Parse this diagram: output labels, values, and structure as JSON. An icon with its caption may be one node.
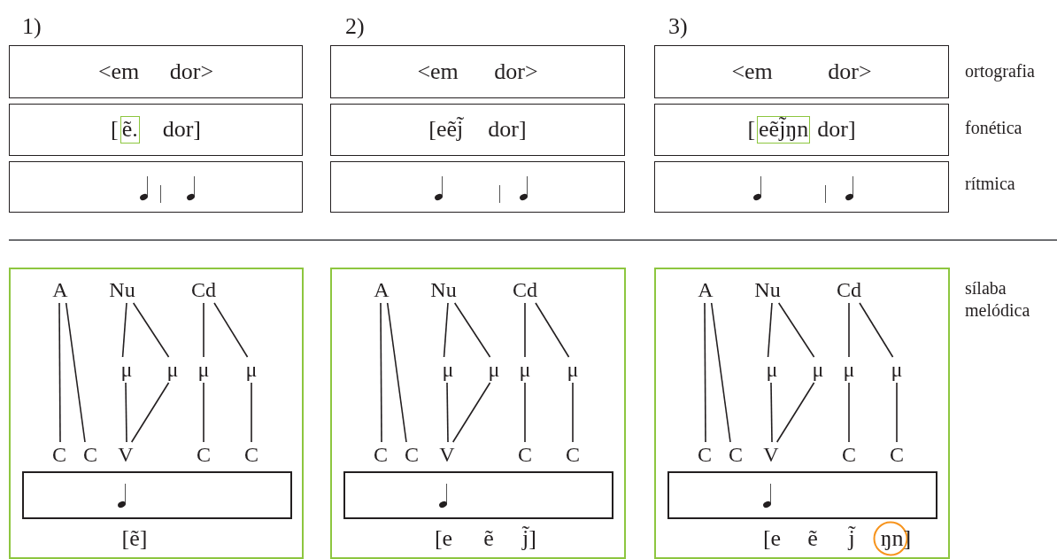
{
  "diagram": {
    "nodes": [
      {
        "text": [
          "<em dor>"
        ]
      },
      {
        "text": [
          "[",
          "ẽ.",
          "dor]"
        ]
      },
      {
        "text": [],
        "shape": "box"
      },
      {
        "text": [
          "<em dor>"
        ]
      },
      {
        "text": [
          "[eẽj̃",
          "dor]"
        ]
      },
      {
        "text": [],
        "shape": "box"
      },
      {
        "text": [
          "<em dor>"
        ]
      },
      {
        "text": [
          "[",
          "eẽj̃ŋn",
          "dor]"
        ]
      },
      {
        "text": [],
        "shape": "box"
      },
      {
        "text": [],
        "shape": "box"
      },
      {
        "text": [
          "A"
        ],
        "in": 9
      },
      {
        "text": [
          "Nu"
        ],
        "in": 9
      },
      {
        "text": [
          "Cd"
        ],
        "in": 9
      },
      {
        "text": [
          "μ"
        ],
        "in": 9
      },
      {
        "text": [
          "μ"
        ],
        "in": 9
      },
      {
        "text": [
          "μ"
        ],
        "in": 9
      },
      {
        "text": [
          "μ"
        ],
        "in": 9
      },
      {
        "text": [
          "C"
        ],
        "in": 9
      },
      {
        "text": [
          "C"
        ],
        "in": 9
      },
      {
        "text": [
          "V"
        ],
        "in": 9
      },
      {
        "text": [
          "C"
        ],
        "in": 9
      },
      {
        "text": [
          "C"
        ],
        "in": 9
      },
      {
        "text": [],
        "shape": "box",
        "in": 9
      },
      {
        "text": [
          "[ẽ]"
        ],
        "in": 9
      },
      {
        "text": [],
        "shape": "box"
      },
      {
        "text": [
          "A"
        ],
        "in": 24
      },
      {
        "text": [
          "Nu"
        ],
        "in": 24
      },
      {
        "text": [
          "Cd"
        ],
        "in": 24
      },
      {
        "text": [
          "μ"
        ],
        "in": 24
      },
      {
        "text": [
          "μ"
        ],
        "in": 24
      },
      {
        "text": [
          "μ"
        ],
        "in": 24
      },
      {
        "text": [
          "μ"
        ],
        "in": 24
      },
      {
        "text": [
          "C"
        ],
        "in": 24
      },
      {
        "text": [
          "C"
        ],
        "in": 24
      },
      {
        "text": [
          "V"
        ],
        "in": 24
      },
      {
        "text": [
          "C"
        ],
        "in": 24
      },
      {
        "text": [
          "C"
        ],
        "in": 24
      },
      {
        "text": [],
        "shape": "box",
        "in": 24
      },
      {
        "text": [
          "[e",
          "ẽ",
          "j̃]"
        ],
        "in": 24
      },
      {
        "text": [],
        "shape": "box"
      },
      {
        "text": [
          "A"
        ],
        "in": 39
      },
      {
        "text": [
          "Nu"
        ],
        "in": 39
      },
      {
        "text": [
          "Cd"
        ],
        "in": 39
      },
      {
        "text": [
          "μ"
        ],
        "in": 39
      },
      {
        "text": [
          "μ"
        ],
        "in": 39
      },
      {
        "text": [
          "μ"
        ],
        "in": 39
      },
      {
        "text": [
          "μ"
        ],
        "in": 39
      },
      {
        "text": [
          "C"
        ],
        "in": 39
      },
      {
        "text": [
          "C"
        ],
        "in": 39
      },
      {
        "text": [
          "V"
        ],
        "in": 39
      },
      {
        "text": [
          "C"
        ],
        "in": 39
      },
      {
        "text": [
          "C"
        ],
        "in": 39
      },
      {
        "text": [],
        "shape": "box",
        "in": 39
      },
      {
        "text": [
          "[e",
          "ẽ",
          "j̃",
          "ŋn]"
        ],
        "in": 39
      }
    ],
    "edges": [
      {
        "from": 10,
        "to": 17,
        "arrow": "none"
      },
      {
        "from": 10,
        "to": 18,
        "arrow": "none"
      },
      {
        "from": 11,
        "to": 13,
        "arrow": "none"
      },
      {
        "from": 11,
        "to": 14,
        "arrow": "none"
      },
      {
        "from": 13,
        "to": 19,
        "arrow": "none"
      },
      {
        "from": 14,
        "to": 19,
        "arrow": "none"
      },
      {
        "from": 12,
        "to": 15,
        "arrow": "none"
      },
      {
        "from": 12,
        "to": 16,
        "arrow": "none"
      },
      {
        "from": 15,
        "to": 20,
        "arrow": "none"
      },
      {
        "from": 16,
        "to": 21,
        "arrow": "none"
      },
      {
        "from": 25,
        "to": 32,
        "arrow": "none"
      },
      {
        "from": 25,
        "to": 33,
        "arrow": "none"
      },
      {
        "from": 26,
        "to": 28,
        "arrow": "none"
      },
      {
        "from": 26,
        "to": 29,
        "arrow": "none"
      },
      {
        "from": 28,
        "to": 34,
        "arrow": "none"
      },
      {
        "from": 29,
        "to": 34,
        "arrow": "none"
      },
      {
        "from": 27,
        "to": 30,
        "arrow": "none"
      },
      {
        "from": 27,
        "to": 31,
        "arrow": "none"
      },
      {
        "from": 30,
        "to": 35,
        "arrow": "none"
      },
      {
        "from": 31,
        "to": 36,
        "arrow": "none"
      },
      {
        "from": 40,
        "to": 47,
        "arrow": "none"
      },
      {
        "from": 40,
        "to": 48,
        "arrow": "none"
      },
      {
        "from": 41,
        "to": 43,
        "arrow": "none"
      },
      {
        "from": 41,
        "to": 44,
        "arrow": "none"
      },
      {
        "from": 43,
        "to": 49,
        "arrow": "none"
      },
      {
        "from": 44,
        "to": 49,
        "arrow": "none"
      },
      {
        "from": 42,
        "to": 45,
        "arrow": "none"
      },
      {
        "from": 42,
        "to": 46,
        "arrow": "none"
      },
      {
        "from": 45,
        "to": 50,
        "arrow": "none"
      },
      {
        "from": 46,
        "to": 51,
        "arrow": "none"
      }
    ],
    "labels": [
      "1)",
      "2)",
      "3)",
      "ortografia",
      "fonética",
      "rítmica",
      "sílaba melódica"
    ]
  }
}
